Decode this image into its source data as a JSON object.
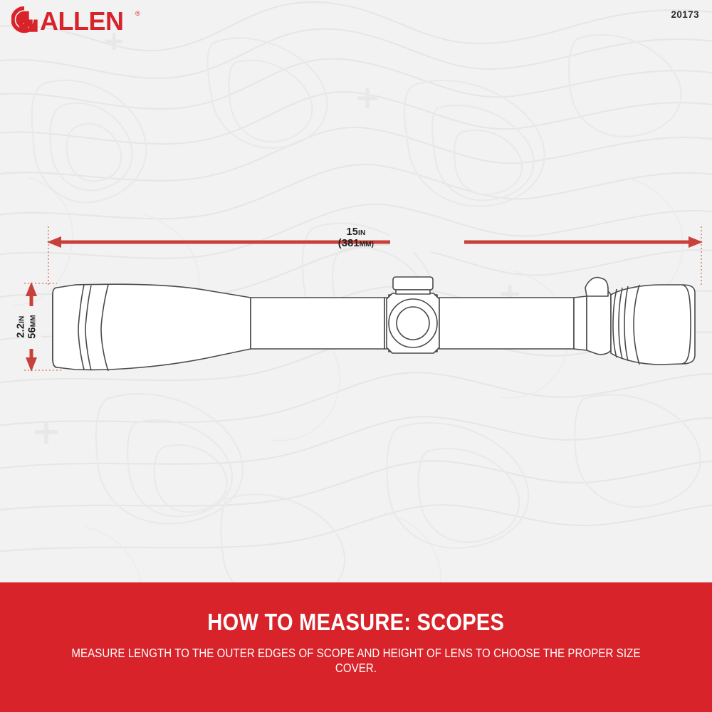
{
  "header": {
    "brand_name": "ALLEN",
    "brand_trademark": "®",
    "product_number": "20173",
    "brand_color": "#d8232a"
  },
  "diagram": {
    "title": "scope-measurement-diagram",
    "length": {
      "value": "15",
      "unit": "IN",
      "metric": "(381",
      "metric_unit": "MM)"
    },
    "height": {
      "value": "2.2",
      "unit": "IN",
      "metric": "56",
      "metric_unit": "MM"
    },
    "dimension_color": "#c8403a",
    "outline_color": "#4a4a4a",
    "background_color": "#f2f2f2"
  },
  "banner": {
    "title": "HOW TO MEASURE: SCOPES",
    "subtitle": "MEASURE LENGTH TO THE OUTER EDGES OF SCOPE AND HEIGHT OF LENS TO CHOOSE THE PROPER SIZE COVER.",
    "background_color": "#d8232a",
    "text_color": "#ffffff"
  }
}
